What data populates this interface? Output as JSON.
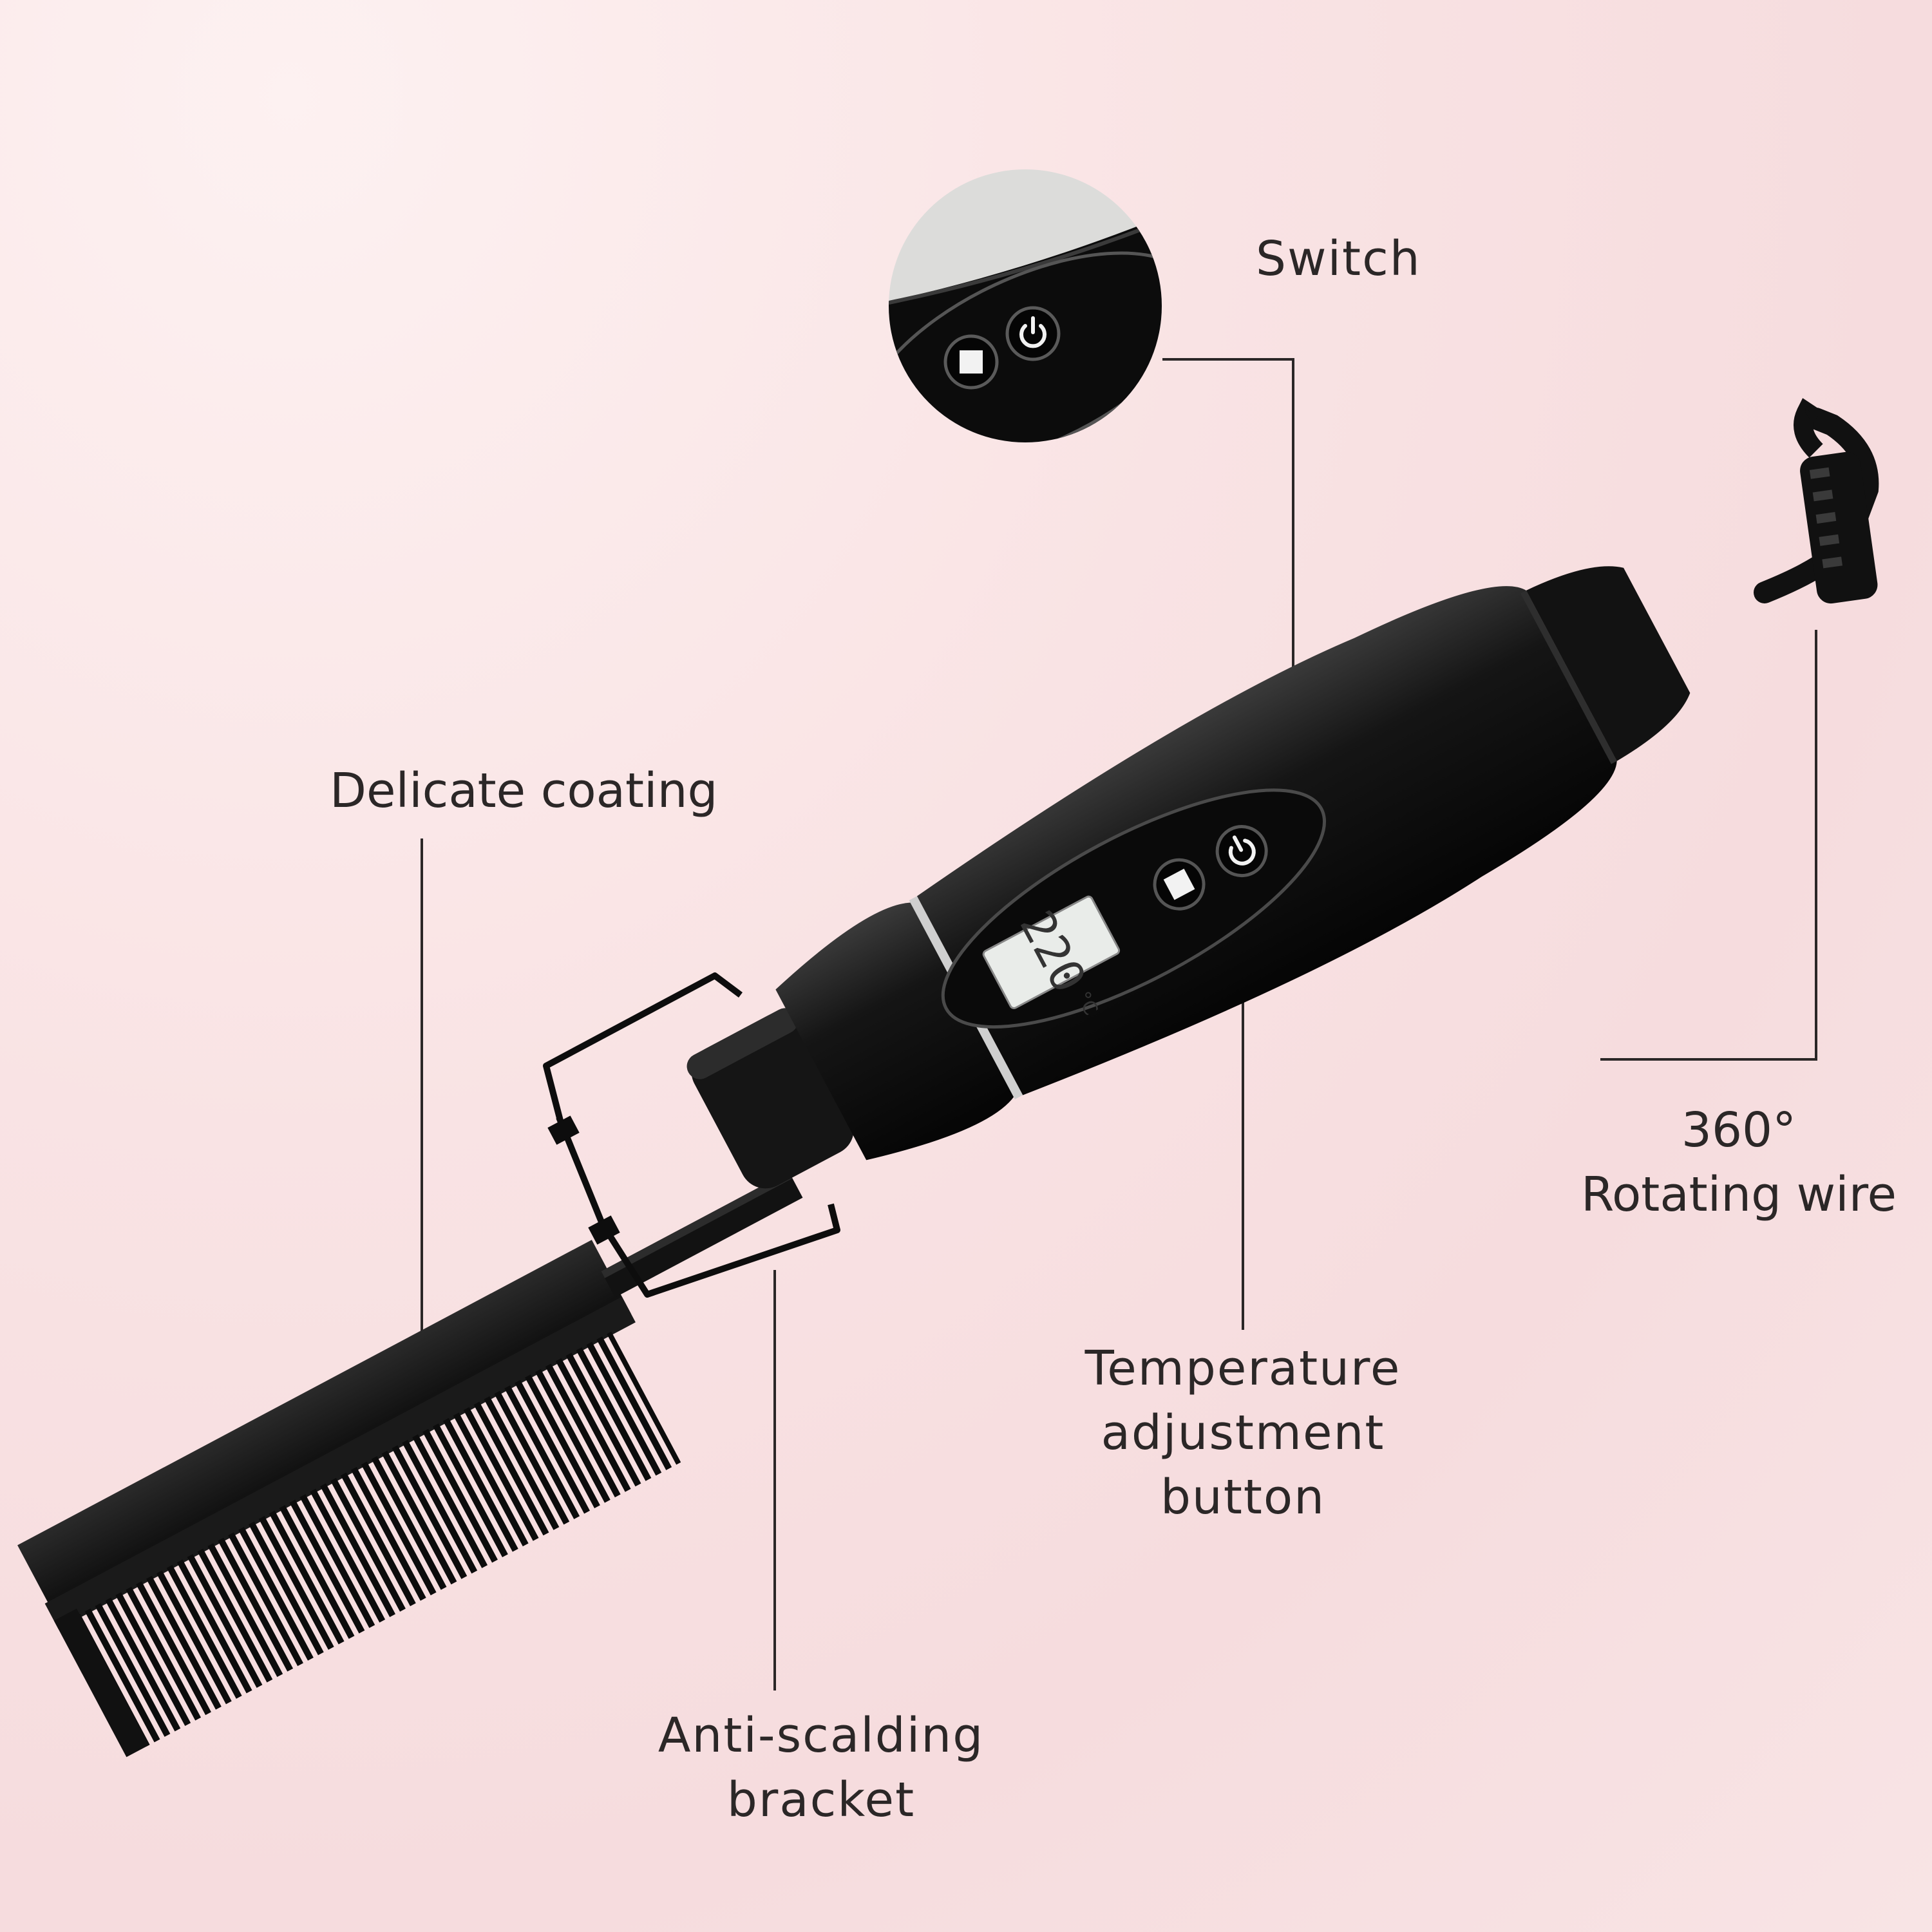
{
  "labels": {
    "switch": "Switch",
    "delicate_coating": "Delicate coating",
    "rotating_wire_line1": "360°",
    "rotating_wire_line2": "Rotating wire",
    "temperature_line1": "Temperature",
    "temperature_line2": "adjustment",
    "temperature_line3": "button",
    "bracket_line1": "Anti-scalding",
    "bracket_line2": "bracket"
  },
  "display": {
    "temperature": "220",
    "unit": "°C"
  },
  "colors": {
    "background": "#f8e1e2",
    "device": "#111111",
    "leader_line": "#2b2727",
    "lcd": "#e9ece9"
  },
  "icons": {
    "switch_button": "power-icon",
    "temperature_button": "square-icon"
  }
}
